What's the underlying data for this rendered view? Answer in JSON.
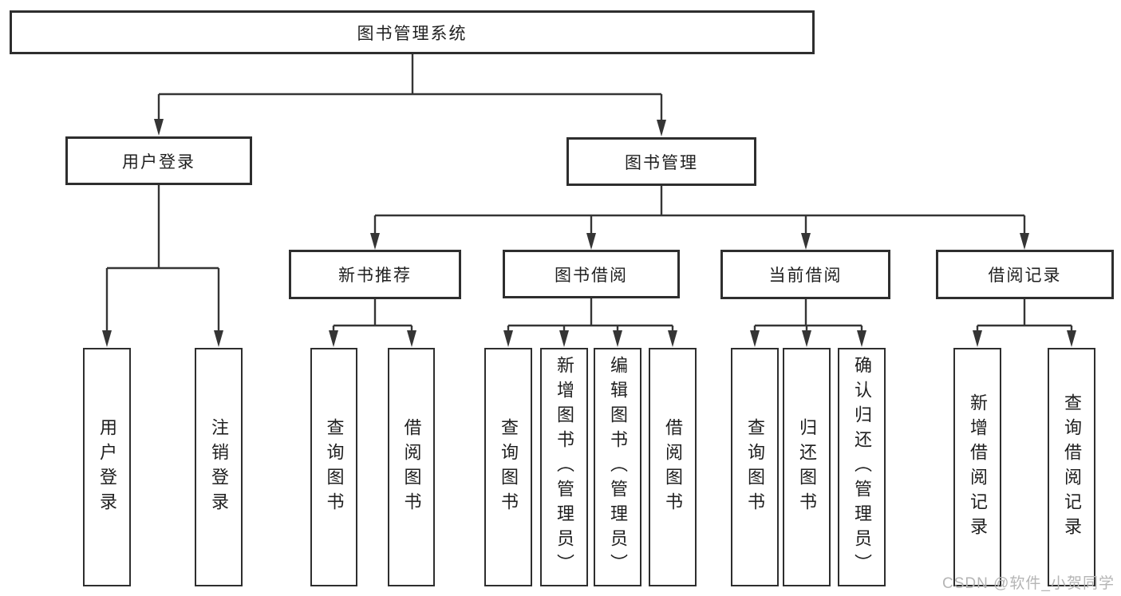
{
  "tree": {
    "root": {
      "label": "图书管理系统"
    },
    "branches": [
      {
        "label": "用户登录",
        "children": [
          {
            "label": "用户登录"
          },
          {
            "label": "注销登录"
          }
        ]
      },
      {
        "label": "图书管理",
        "children": [
          {
            "label": "新书推荐",
            "children": [
              {
                "label": "查询图书"
              },
              {
                "label": "借阅图书"
              }
            ]
          },
          {
            "label": "图书借阅",
            "children": [
              {
                "label": "查询图书"
              },
              {
                "label": "新增图书（管理员）"
              },
              {
                "label": "编辑图书（管理员）"
              },
              {
                "label": "借阅图书"
              }
            ]
          },
          {
            "label": "当前借阅",
            "children": [
              {
                "label": "查询图书"
              },
              {
                "label": "归还图书"
              },
              {
                "label": "确认归还（管理员）"
              }
            ]
          },
          {
            "label": "借阅记录",
            "children": [
              {
                "label": "新增借阅记录"
              },
              {
                "label": "查询借阅记录"
              }
            ]
          }
        ]
      }
    ]
  },
  "watermark": {
    "text": "CSDN @软件_小贺同学"
  },
  "colors": {
    "line": "#353535",
    "border": "#2e2e2e",
    "text": "#1f1f1f",
    "background": "#ffffff",
    "watermark": "#b5b5b5"
  }
}
